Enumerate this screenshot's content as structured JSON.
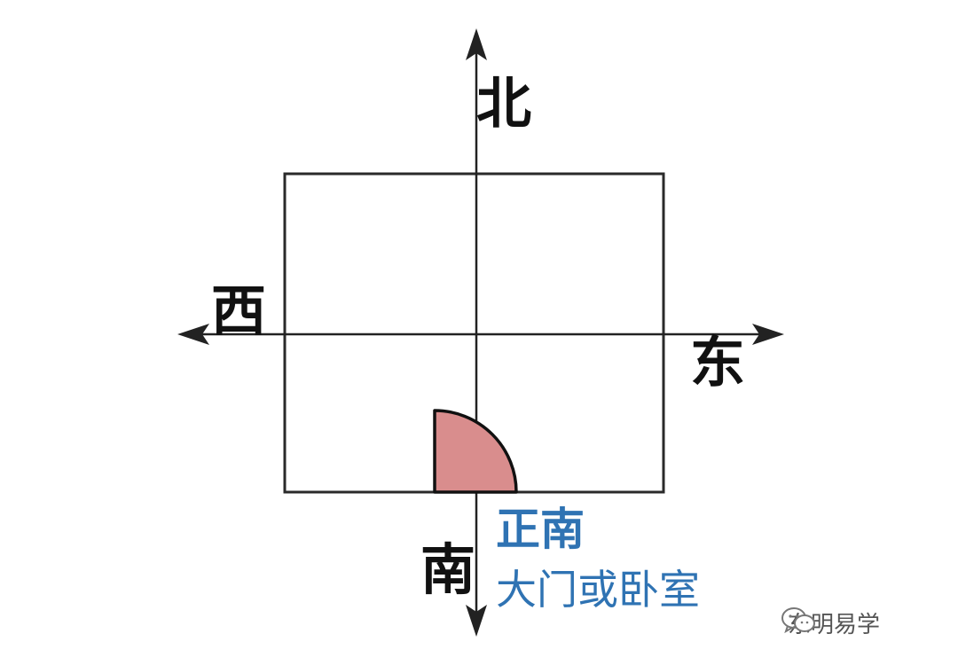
{
  "directions": {
    "north": "北",
    "south": "南",
    "east": "东",
    "west": "西"
  },
  "door_note": {
    "title": "正南",
    "subtitle": "大门或卧室"
  },
  "watermark": {
    "icon": "wechat-icon",
    "text": "东明易学"
  },
  "colors": {
    "axis": "#222222",
    "door_fill": "#d98d8d",
    "note_text": "#2f73b3"
  }
}
